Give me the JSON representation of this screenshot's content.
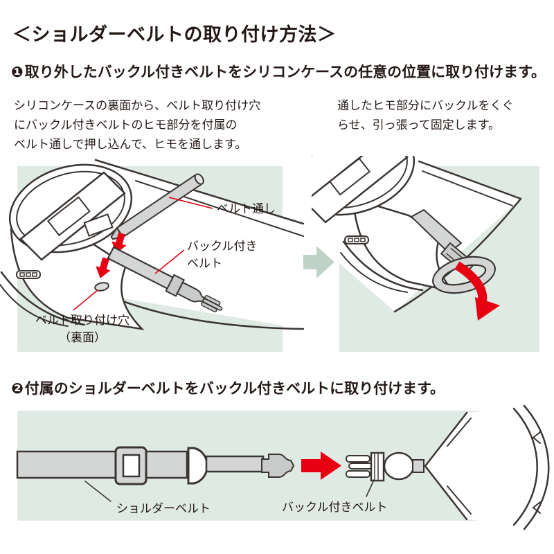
{
  "page": {
    "title": "＜ショルダーベルトの取り付け方法＞"
  },
  "step1": {
    "number": "❶",
    "heading": "取り外したバックル付きベルトをシリコンケースの任意の位置に取り付けます。",
    "left_note_lines": [
      "シリコンケースの裏面から、ベルト取り付け穴",
      "にバックル付きベルトのヒモ部分を付属の",
      "ベルト通しで押し込んで、ヒモを通します。"
    ],
    "right_note_lines": [
      "通したヒモ部分にバックルをくぐ",
      "らせ、引っ張って固定します。"
    ],
    "labels": {
      "belt_loop_tool": "ベルト通し",
      "buckle_belt_line1": "バックル付き",
      "buckle_belt_line2": "ベルト",
      "hole_line1": "ベルト取り付け穴",
      "hole_line2": "（裏面）"
    }
  },
  "step2": {
    "number": "❷",
    "heading": "付属のショルダーベルトをバックル付きベルトに取り付けます。",
    "labels": {
      "shoulder_belt": "ショルダーベルト",
      "buckle_belt": "バックル付きベルト"
    }
  },
  "icons": {
    "step1_transition": "green-right-arrow",
    "push_arrows": "red-down-arrows",
    "pull_arrow": "red-curved-arrow",
    "attach_arrow": "red-right-arrow"
  },
  "colors": {
    "panel_bg": "#e0eae4",
    "transition_arrow": "#bed3c6",
    "highlight_red": "#e60012",
    "line_art": "#3a3532",
    "strap_gray": "#d4d6d5",
    "buckle_gray": "#c9cbca",
    "text": "#231815"
  }
}
